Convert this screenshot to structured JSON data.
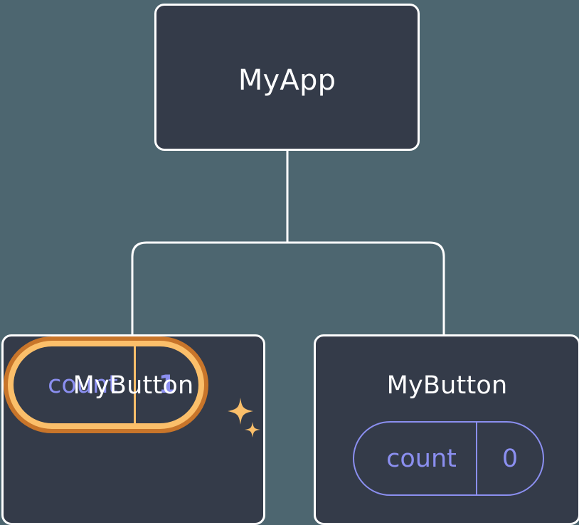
{
  "diagram": {
    "type": "component-tree",
    "background_color": "#4d6670",
    "node_fill_color": "#343b49",
    "node_border_color": "#ffffff",
    "connector_color": "#ffffff",
    "state_color": "#8b8ff0",
    "highlight_outer_color": "#c8752a",
    "highlight_inner_color": "#fbbf6a",
    "sparkle_color": "#fbbf6a"
  },
  "root": {
    "title": "MyApp"
  },
  "children": [
    {
      "title": "MyButton",
      "state": {
        "key": "count",
        "value": "1"
      },
      "highlighted": true,
      "sparkle_icon": "sparkle-icon"
    },
    {
      "title": "MyButton",
      "state": {
        "key": "count",
        "value": "0"
      },
      "highlighted": false
    }
  ]
}
